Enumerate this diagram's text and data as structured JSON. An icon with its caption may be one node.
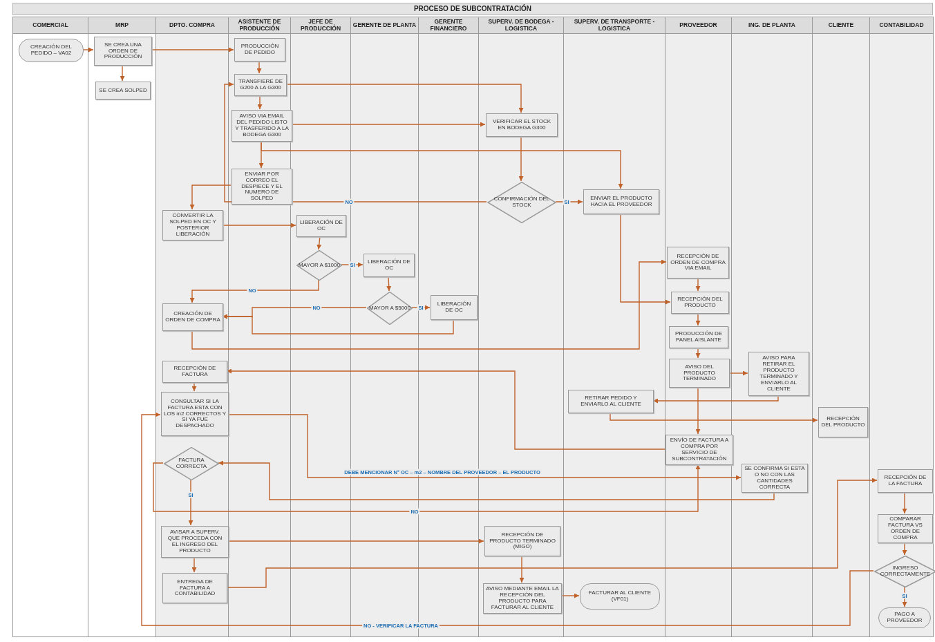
{
  "diagram": {
    "title": "PROCESO DE SUBCONTRATACIÓN",
    "nodes": [
      {
        "text": [
          "COMERCIAL"
        ]
      },
      {
        "text": [
          "MRP"
        ]
      },
      {
        "text": [
          "DPTO. COMPRA"
        ]
      },
      {
        "text": [
          "ASISTENTE DE PRODUCCIÓN"
        ]
      },
      {
        "text": [
          "JEFE DE PRODUCCIÓN"
        ]
      },
      {
        "text": [
          "GERENTE DE PLANTA"
        ]
      },
      {
        "text": [
          "GERENTE FINANCIERO"
        ]
      },
      {
        "text": [
          "SUPERV. DE BODEGA - LOGISTICA"
        ]
      },
      {
        "text": [
          "SUPERV. DE TRANSPORTE - LOGISTICA"
        ]
      },
      {
        "text": [
          "PROVEEDOR"
        ]
      },
      {
        "text": [
          "ING. DE PLANTA"
        ]
      },
      {
        "text": [
          "CLIENTE"
        ]
      },
      {
        "text": [
          "CONTABILIDAD"
        ]
      },
      {
        "text": [
          "CREACIÓN DEL PEDIDO – VA02"
        ],
        "in": 0
      },
      {
        "text": [
          "SE CREA UNA ORDEN DE PRODUCCIÓN"
        ],
        "in": 1
      },
      {
        "text": [
          "SE CREA SOLPED"
        ],
        "in": 1
      },
      {
        "text": [
          "PRODUCCIÓN DE PEDIDO"
        ],
        "in": 3
      },
      {
        "text": [
          "TRANSFIERE DE G200 A LA G300"
        ],
        "in": 3
      },
      {
        "text": [
          "AVISO VIA EMAIL DEL PEDIDO LISTO Y TRASFERIDO A LA BODEGA G300"
        ],
        "in": 3
      },
      {
        "text": [
          "ENVIAR POR CORREO EL DESPIECE Y EL NUMERO DE SOLPED"
        ],
        "in": 3
      },
      {
        "text": [
          "VERIFICAR EL STOCK EN BODEGA G300"
        ],
        "in": 7
      },
      {
        "text": [
          "CONFIRMACIÓN DEL STOCK"
        ],
        "in": 7
      },
      {
        "text": [
          "ENVIAR EL PRODUCTO HACIA EL PROVEEDOR"
        ],
        "in": 8
      },
      {
        "text": [
          "CONVERTIR LA SOLPED EN OC Y POSTERIOR LIBERACIÓN"
        ],
        "in": 2
      },
      {
        "text": [
          "LIBERACIÓN DE OC"
        ],
        "in": 4
      },
      {
        "text": [
          "MAYOR A $1000"
        ],
        "in": 4
      },
      {
        "text": [
          "LIBERACIÓN DE OC"
        ],
        "in": 5
      },
      {
        "text": [
          "MAYOR A $5000"
        ],
        "in": 5
      },
      {
        "text": [
          "LIBERACIÓN DE OC"
        ],
        "in": 6
      },
      {
        "text": [
          "CREACIÓN DE ORDEN DE COMPRA"
        ],
        "in": 2
      },
      {
        "text": [
          "RECEPCIÓN DE ORDEN DE COMPRA VIA EMAIL"
        ],
        "in": 9
      },
      {
        "text": [
          "RECEPCIÓN DEL PRODUCTO"
        ],
        "in": 9
      },
      {
        "text": [
          "PRODUCCIÓN DE PANEL AISLANTE"
        ],
        "in": 9
      },
      {
        "text": [
          "AVISO DEL PRODUCTO TERMINADO"
        ],
        "in": 9
      },
      {
        "text": [
          "AVISO PARA RETIRAR EL PRODUCTO TERMINADO Y ENVIARLO AL CLIENTE"
        ],
        "in": 10
      },
      {
        "text": [
          "RETIRAR PEDIDO Y ENVIARLO AL CLIENTE"
        ],
        "in": 8
      },
      {
        "text": [
          "RECEPCIÓN DEL PRODUCTO"
        ],
        "in": 11
      },
      {
        "text": [
          "RECEPCIÓN DE FACTURA"
        ],
        "in": 2
      },
      {
        "text": [
          "CONSULTAR SI LA FACTURA ESTA CON LOS m2 CORRECTOS Y SI YA FUE DESPACHADO"
        ],
        "in": 2
      },
      {
        "text": [
          "ENVÍO DE FACTURA A COMPRA POR SERVICIO DE SUBCONTRATACIÓN"
        ],
        "in": 9
      },
      {
        "text": [
          "FACTURA CORRECTA"
        ],
        "in": 2
      },
      {
        "text": [
          "SE CONFIRMA SI ESTA O NO CON LAS CANTIDADES CORRECTA"
        ],
        "in": 10
      },
      {
        "text": [
          "AVISAR A SUPERV. QUE PROCEDA CON EL INGRESO DEL PRODUCTO"
        ],
        "in": 2
      },
      {
        "text": [
          "RECEPCIÓN DE PRODUCTO TERMINADO (MIGO)"
        ],
        "in": 7
      },
      {
        "text": [
          "ENTREGA DE FACTURA A CONTABILIDAD"
        ],
        "in": 2
      },
      {
        "text": [
          "AVISO MEDIANTE EMAIL LA RECEPCIÓN DEL PRODUCTO PARA FACTURAR AL CLIENTE"
        ],
        "in": 7
      },
      {
        "text": [
          "FACTURAR AL CLIENTE (VF01)"
        ],
        "in": 8
      },
      {
        "text": [
          "RECEPCIÓN DE LA FACTURA"
        ],
        "in": 12
      },
      {
        "text": [
          "COMPARAR FACTURA VS ORDEN DE COMPRA"
        ],
        "in": 12
      },
      {
        "text": [
          "INGRESO CORRECTAMENTE"
        ],
        "in": 12
      },
      {
        "text": [
          "PAGO A PROVEEDOR"
        ],
        "in": 12
      }
    ],
    "edges": [
      {
        "from": 13,
        "to": 14,
        "arrow": "to"
      },
      {
        "from": 14,
        "to": 15,
        "arrow": "to"
      },
      {
        "from": 14,
        "to": 16,
        "arrow": "to"
      },
      {
        "from": 16,
        "to": 17,
        "arrow": "to"
      },
      {
        "from": 17,
        "to": 20,
        "arrow": "to"
      },
      {
        "from": 17,
        "to": 18,
        "arrow": "to"
      },
      {
        "from": 18,
        "to": 20,
        "arrow": "to"
      },
      {
        "from": 18,
        "to": 19,
        "arrow": "to"
      },
      {
        "from": 18,
        "to": 22,
        "arrow": "to"
      },
      {
        "from": 19,
        "to": 23,
        "arrow": "to"
      },
      {
        "from": 20,
        "to": 21,
        "arrow": "to"
      },
      {
        "from": 21,
        "to": 22,
        "arrow": "to",
        "label": "SI"
      },
      {
        "from": 21,
        "to": 17,
        "arrow": "to",
        "label": "NO"
      },
      {
        "from": 23,
        "to": 24,
        "arrow": "to"
      },
      {
        "from": 24,
        "to": 25,
        "arrow": "to"
      },
      {
        "from": 25,
        "to": 26,
        "arrow": "to",
        "label": "SI"
      },
      {
        "from": 25,
        "to": 29,
        "arrow": "to",
        "label": "NO"
      },
      {
        "from": 26,
        "to": 27,
        "arrow": "to"
      },
      {
        "from": 27,
        "to": 28,
        "arrow": "to",
        "label": "SI"
      },
      {
        "from": 27,
        "to": 29,
        "arrow": "to",
        "label": "NO"
      },
      {
        "from": 28,
        "to": 29,
        "arrow": "to"
      },
      {
        "from": 29,
        "to": 30,
        "arrow": "to"
      },
      {
        "from": 22,
        "to": 31,
        "arrow": "to"
      },
      {
        "from": 30,
        "to": 31,
        "arrow": "to"
      },
      {
        "from": 31,
        "to": 32,
        "arrow": "to"
      },
      {
        "from": 32,
        "to": 33,
        "arrow": "to"
      },
      {
        "from": 33,
        "to": 34,
        "arrow": "to"
      },
      {
        "from": 34,
        "to": 35,
        "arrow": "to"
      },
      {
        "from": 35,
        "to": 36,
        "arrow": "to"
      },
      {
        "from": 33,
        "to": 39,
        "arrow": "to"
      },
      {
        "from": 39,
        "to": 37,
        "arrow": "to"
      },
      {
        "from": 37,
        "to": 38,
        "arrow": "to"
      },
      {
        "from": 38,
        "to": 41,
        "arrow": "to",
        "label": "DEBE MENCIONAR N° OC – m2 – NOMBRE DEL PROVEEDOR – EL PRODUCTO"
      },
      {
        "from": 41,
        "to": 40,
        "arrow": "to"
      },
      {
        "from": 40,
        "to": 39,
        "arrow": "to",
        "label": "NO"
      },
      {
        "from": 40,
        "to": 42,
        "arrow": "to",
        "label": "SI"
      },
      {
        "from": 42,
        "to": 43,
        "arrow": "to"
      },
      {
        "from": 42,
        "to": 44,
        "arrow": "to"
      },
      {
        "from": 43,
        "to": 45,
        "arrow": "to"
      },
      {
        "from": 45,
        "to": 46,
        "arrow": "to"
      },
      {
        "from": 44,
        "to": 47,
        "arrow": "to"
      },
      {
        "from": 47,
        "to": 48,
        "arrow": "to"
      },
      {
        "from": 48,
        "to": 49,
        "arrow": "to"
      },
      {
        "from": 49,
        "to": 50,
        "arrow": "to",
        "label": "SI"
      },
      {
        "from": 49,
        "to": 38,
        "arrow": "to",
        "label": "NO - VERIFICAR LA FACTURA"
      }
    ]
  }
}
